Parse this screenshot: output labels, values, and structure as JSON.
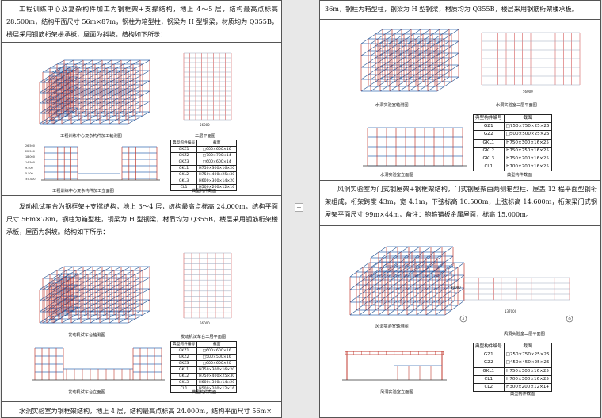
{
  "left": {
    "para1": "工程训练中心及复杂构件加工为钢框架+支撑结构，地上 4～5 层，结构最高点标高 28.500m，结构平面尺寸 56m×87m，钢柱为箱型柱，钢梁为 H 型钢梁，材质均为 Q355B，楼层采用钢筋桁架楼承板，屋面为斜坡。结构如下所示：",
    "fig1": {
      "cap_axo": "工程训练中心复杂构件加工轴测图",
      "cap_plan": "二层平面图",
      "cap_elev": "工程训练中心复杂构件加工立面图",
      "cap_table": "典型构件截面",
      "dim_plan": "56000",
      "elev_levels": [
        "26.500",
        "22.500",
        "18.000",
        "14.500",
        "9.500",
        "5.500",
        "±0.000"
      ],
      "table_headers": [
        "典型构件编号",
        "截面"
      ],
      "table_rows": [
        [
          "GKZ1",
          "□600×600×16"
        ],
        [
          "GKZ2",
          "□700×700×14"
        ],
        [
          "GKZ3",
          "□600×600×14"
        ],
        [
          "GKL1",
          "H750×300×16×20"
        ],
        [
          "GKL2",
          "H750×400×25×30"
        ],
        [
          "GKL3",
          "H600×300×14×20"
        ],
        [
          "CL1",
          "H500×200×12×16"
        ]
      ]
    },
    "para2": "发动机试车台为钢框架+支撑结构，地上 3～4 层，结构最高点标高 24.000m，结构平面尺寸 56m×78m，钢柱为箱型柱，钢梁为 H 型钢梁，材质均为 Q355B，楼层采用钢筋桁架楼承板，屋面为斜坡。结构如下所示：",
    "fig2": {
      "cap_axo": "发动机试车台轴测图",
      "cap_plan": "发动机试车台二层平面图",
      "cap_elev": "发动机试车台立面图",
      "cap_table": "典型构件截面",
      "dim_plan": "56000",
      "table_headers": [
        "典型构件编号",
        "截面"
      ],
      "table_rows": [
        [
          "GKZ1",
          "□600×600×16"
        ],
        [
          "GKZ2",
          "□500×500×16"
        ],
        [
          "GKZ3",
          "□600×600×20"
        ],
        [
          "GKL1",
          "H750×300×16×20"
        ],
        [
          "GKL2",
          "H750×400×25×30"
        ],
        [
          "GKL3",
          "H600×300×14×20"
        ],
        [
          "CL1",
          "H500×200×12×16"
        ]
      ]
    },
    "para3": "水洞实验室为钢框架结构，地上 4 层，结构最高点标高 24.000m，结构平面尺寸 56m×"
  },
  "right": {
    "para1": "36m，钢柱为箱型柱，钢梁为 H 型钢梁，材质均为 Q355B，楼层采用钢筋桁架楼承板。",
    "fig1": {
      "cap_axo": "水洞实验室轴测图",
      "cap_plan": "水洞实验室二层平面图",
      "cap_elev": "水洞实验室立面图",
      "cap_table": "典型构件截面",
      "dim_plan": "56000",
      "table_headers": [
        "典型构件编号",
        "截面"
      ],
      "table_rows": [
        [
          "GZ1",
          "□750×750×25×25"
        ],
        [
          "GZ2",
          "□500×500×25×25"
        ],
        [
          "GKL1",
          "H750×300×16×25"
        ],
        [
          "GKL2",
          "H750×250×16×25"
        ],
        [
          "GKL3",
          "H750×200×16×25"
        ],
        [
          "CL1",
          "H700×200×16×25"
        ]
      ]
    },
    "para2": "风洞实验室为门式钢屋架+钢框架结构，门式钢屋架由两侧箱型柱、屋盖 12 榀平面型钢桁架组成，桁架跨度 43m，宽 4.1m，下弦标高 10.500m，上弦标高 14.600m，桁架梁门式钢屋架平面尺寸 99m×44m，备注：抱箍锚板金属屋面，标高 15.000m。",
    "fig2": {
      "cap_axo": "风洞实验室轴测图",
      "cap_plan": "风洞实验室二层平面图",
      "cap_elev": "风洞实验室立面图",
      "cap_table": "典型构件截面",
      "dim_plan": "137000",
      "dim_side": "30000",
      "axis_a": "A",
      "axis_q": "Q",
      "table_headers": [
        "典型构件编号",
        "截面"
      ],
      "table_rows": [
        [
          "GZ1",
          "□750×750×25×25"
        ],
        [
          "GZ2",
          "□450×450×25×25"
        ],
        [
          "GKL1",
          "H750×300×16×25"
        ],
        [
          "CL1",
          "H700×300×16×25"
        ],
        [
          "CL2",
          "H300×200×12×14"
        ]
      ]
    }
  },
  "plus_mark": "+",
  "colors": {
    "steel": "#3a6fb5",
    "steel_dark": "#1f4f8f",
    "column_red": "#c2392f",
    "plan_line": "#cc3a3a",
    "grid": "#9aa7bb"
  }
}
